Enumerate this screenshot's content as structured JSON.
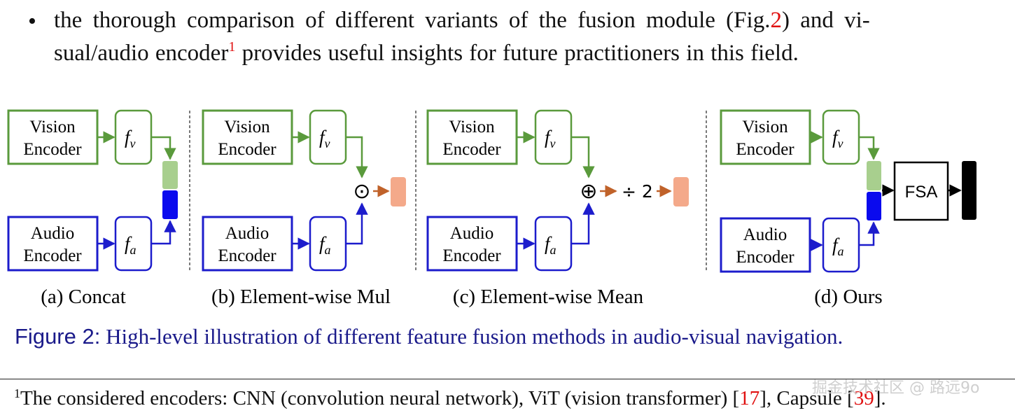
{
  "bullet": {
    "line1": "the thorough comparison of different variants of the fusion module (Fig.",
    "fig_ref": "2",
    "line1_tail": ") and vi-",
    "line2_a": "sual/audio encoder",
    "fn_ref": "1",
    "line2_b": " provides useful insights for future practitioners in this field."
  },
  "figure": {
    "vision_encoder": [
      "Vision",
      "Encoder"
    ],
    "audio_encoder": [
      "Audio",
      "Encoder"
    ],
    "fv": "f",
    "fv_sub": "v",
    "fa": "f",
    "fa_sub": "a",
    "mul_symbol": "⊙",
    "sum_symbol": "⊕",
    "div_text": "÷ 2",
    "fsa": "FSA",
    "panels": {
      "a": "(a) Concat",
      "b": "(b) Element-wise Mul",
      "c": "(c) Element-wise Mean",
      "d": "(d) Ours"
    },
    "colors": {
      "vision": "#5a9a3c",
      "audio": "#1c1ccc",
      "arrow_orange": "#c0622a",
      "orange_fill": "#f4a98a",
      "green_fill": "#a8cf8e",
      "blue_fill": "#0a0aee"
    }
  },
  "caption": {
    "label": "Figure 2:",
    "text": "High-level illustration of different feature fusion methods in audio-visual navigation."
  },
  "footnote": {
    "mark": "1",
    "text_a": "The considered encoders: CNN (convolution neural network), ViT (vision transformer) [",
    "ref17": "17",
    "text_b": "], Capsule [",
    "ref39": "39",
    "text_c": "]."
  },
  "watermark": "掘金技术社区 @ 路远9o"
}
